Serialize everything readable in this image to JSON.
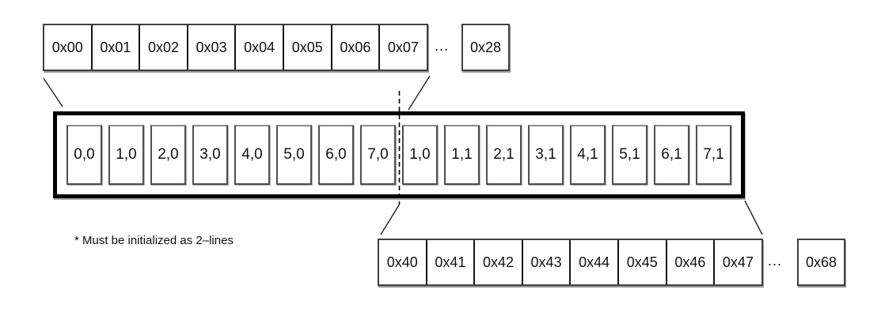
{
  "row_top": {
    "cells": [
      "0x00",
      "0x01",
      "0x02",
      "0x03",
      "0x04",
      "0x05",
      "0x06",
      "0x07"
    ],
    "ellipsis": "...",
    "end_cell": "0x28"
  },
  "ddram_box": {
    "cells": [
      "0,0",
      "1,0",
      "2,0",
      "3,0",
      "4,0",
      "5,0",
      "6,0",
      "7,0",
      "1,0",
      "1,1",
      "2,1",
      "3,1",
      "4,1",
      "5,1",
      "6,1",
      "7,1"
    ]
  },
  "row_bottom": {
    "cells": [
      "0x40",
      "0x41",
      "0x42",
      "0x43",
      "0x44",
      "0x45",
      "0x46",
      "0x47"
    ],
    "ellipsis": "...",
    "end_cell": "0x68"
  },
  "note": "* Must be initialized as 2–lines",
  "colors": {
    "background": "#ffffff",
    "box_border": "#000000",
    "row_border": "#3f3f3f",
    "cell_border": "#4f4f4f",
    "text": "#111111"
  }
}
